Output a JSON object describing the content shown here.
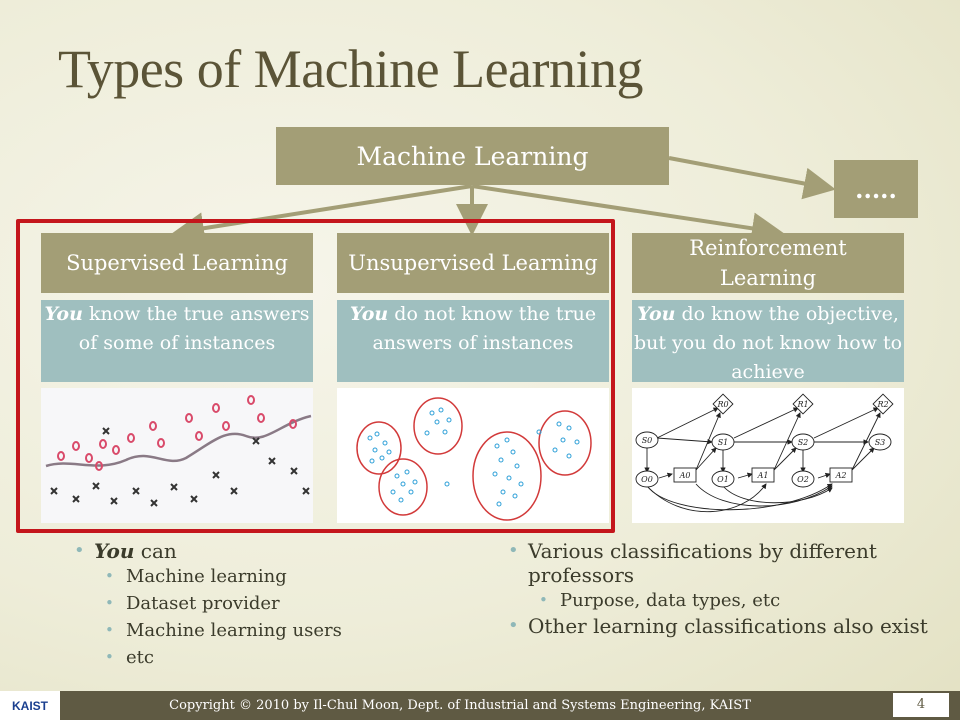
{
  "title": "Types of Machine Learning",
  "root": "Machine Learning",
  "more": ".....",
  "categories": [
    {
      "label": "Supervised Learning",
      "desc_em": "You",
      "desc_rest": " know the true answers of some of instances"
    },
    {
      "label": "Unsupervised Learning",
      "desc_em": "You",
      "desc_rest": " do not know the true answers of instances"
    },
    {
      "label": "Reinforcement Learning",
      "desc_em": "You",
      "desc_rest": " do know the objective, but you do not know how to achieve"
    }
  ],
  "rl_labels": {
    "R0": "R0",
    "R1": "R1",
    "R2": "R2",
    "S0": "S0",
    "S1": "S1",
    "S2": "S2",
    "S3": "S3",
    "O0": "O0",
    "A0": "A0",
    "O1": "O1",
    "A1": "A1",
    "O2": "O2",
    "A2": "A2"
  },
  "left_bullets": {
    "main_em": "You",
    "main_rest": " can",
    "items": [
      "Machine learning",
      "Dataset provider",
      "Machine learning users",
      "etc"
    ]
  },
  "right_bullets": {
    "item1": "Various classifications by different professors",
    "sub1": "Purpose, data types, etc",
    "item2": "Other learning classifications also exist"
  },
  "footer": {
    "logo": "KAIST",
    "copyright": "Copyright © 2010 by Il-Chul Moon, Dept. of Industrial and Systems Engineering, KAIST",
    "page": "4"
  }
}
